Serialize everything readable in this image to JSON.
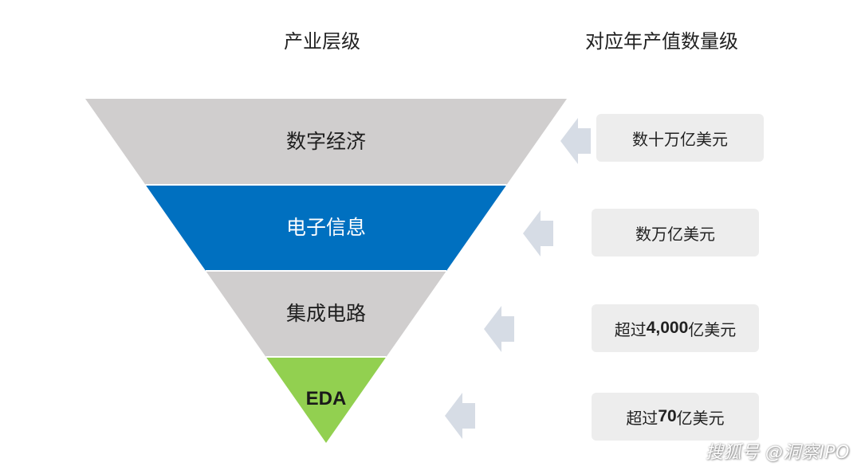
{
  "headers": {
    "left": "产业层级",
    "right": "对应年产值数量级"
  },
  "levels": [
    {
      "label": "数字经济",
      "color": "#d0cece",
      "text_color": "#1e1e1e"
    },
    {
      "label": "电子信息",
      "color": "#0070c0",
      "text_color": "#ffffff"
    },
    {
      "label": "集成电路",
      "color": "#d0cece",
      "text_color": "#1e1e1e"
    },
    {
      "label": "EDA",
      "color": "#92d050",
      "text_color": "#1a1a1a"
    }
  ],
  "values": [
    {
      "pre": "数十万亿美元",
      "num": "",
      "post": ""
    },
    {
      "pre": "数万亿美元",
      "num": "",
      "post": ""
    },
    {
      "pre": "超过",
      "num": "4,000",
      "post": "亿美元"
    },
    {
      "pre": "超过",
      "num": "70",
      "post": "亿美元"
    }
  ],
  "colors": {
    "arrow": "#d6dce5",
    "box": "#ededed",
    "separator": "#ffffff"
  },
  "watermark": "搜狐号 @洞察IPO"
}
